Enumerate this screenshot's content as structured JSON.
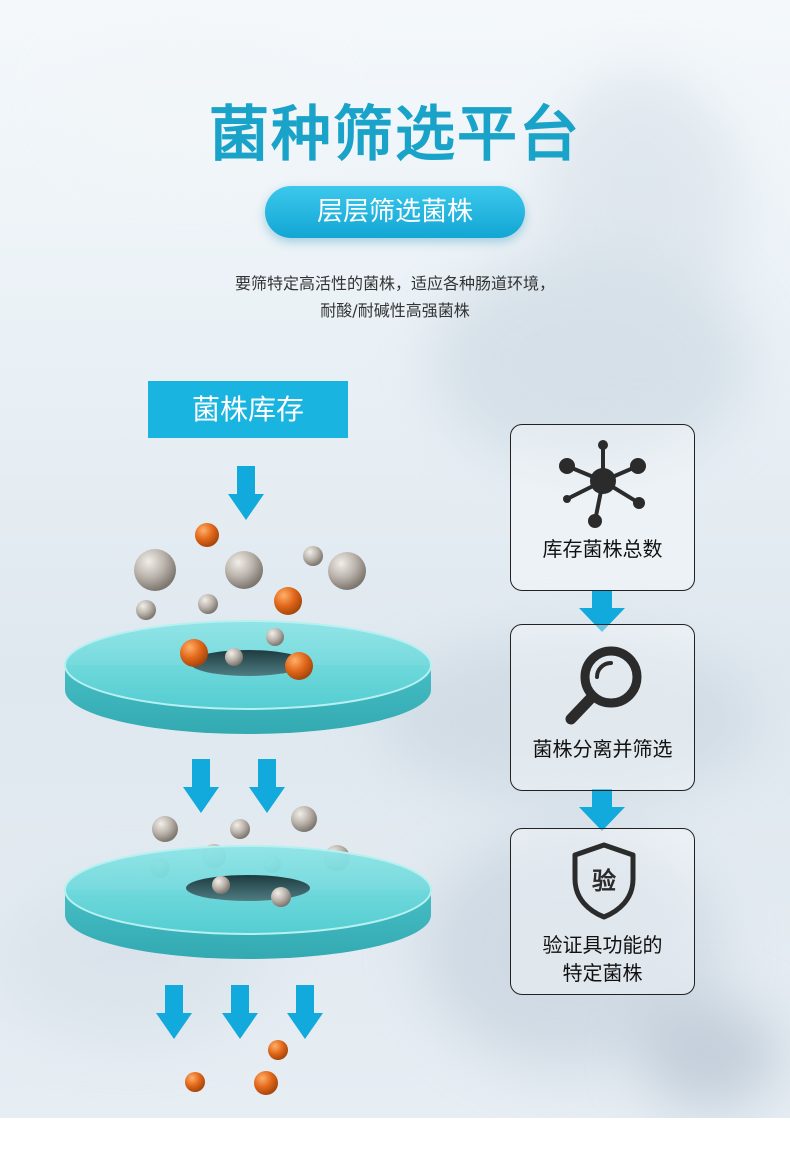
{
  "header": {
    "title": "菌种筛选平台",
    "subtitle": "层层筛选菌株",
    "description": [
      "要筛特定高活性的菌株，适应各种肠道环境，",
      "耐酸/耐碱性高强菌株"
    ]
  },
  "left_flow": {
    "inventory_label": "菌株库存"
  },
  "right_flow": {
    "steps": [
      {
        "label": "库存菌株总数",
        "icon": "molecule-icon"
      },
      {
        "label": "菌株分离并筛选",
        "icon": "magnifier-icon"
      },
      {
        "label_line1": "验证具功能的",
        "label_line2": "特定菌株",
        "icon": "shield-icon",
        "icon_text": "验"
      }
    ]
  },
  "colors": {
    "title": "#1aa3c8",
    "accent": "#1ab4e0",
    "orange_ball": "#e06a1a",
    "gray_ball": "#b8b2aa",
    "dish": "#5fd2d6"
  }
}
